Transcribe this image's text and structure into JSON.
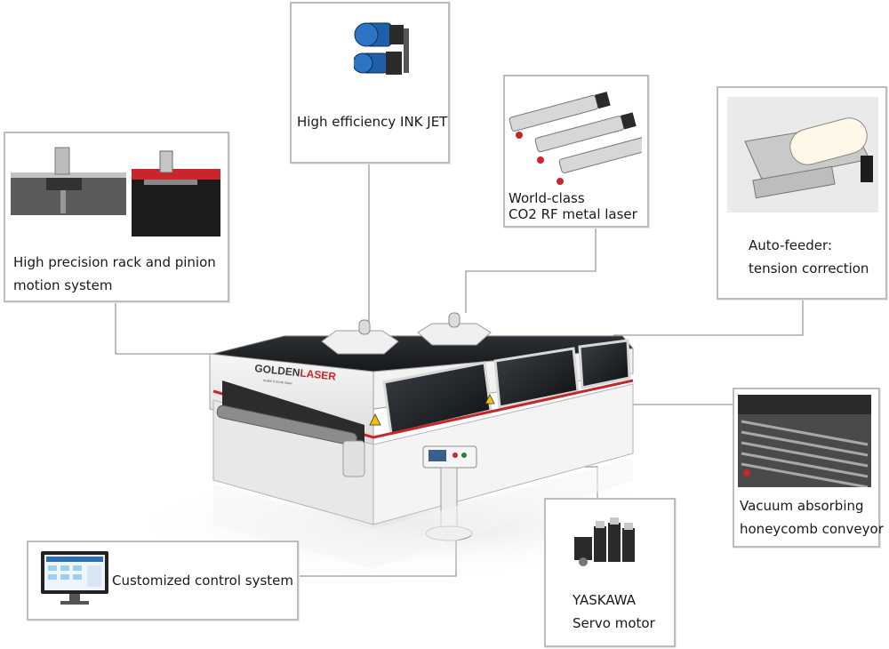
{
  "machine": {
    "brand_main": "GOLDEN",
    "brand_accent": "LASER",
    "brand_tagline": "make it more laser"
  },
  "features": {
    "rack_pinion": {
      "line1": "High precision rack and pinion",
      "line2": "motion system"
    },
    "ink_jet": {
      "line1": "High efficiency INK JET"
    },
    "laser": {
      "line1": "World-class",
      "line2": "CO2 RF metal laser"
    },
    "auto_feeder": {
      "line1": "Auto-feeder:",
      "line2": "tension correction"
    },
    "vacuum": {
      "line1": "Vacuum absorbing",
      "line2": "honeycomb conveyor"
    },
    "servo": {
      "line1": "YASKAWA",
      "line2": "Servo motor"
    },
    "control": {
      "line1": "Customized control system"
    }
  },
  "colors": {
    "accent_red": "#c8262b",
    "box_border": "#bdbdbd",
    "connector": "#9a9a9a",
    "motor_blue": "#1f5fa8"
  }
}
